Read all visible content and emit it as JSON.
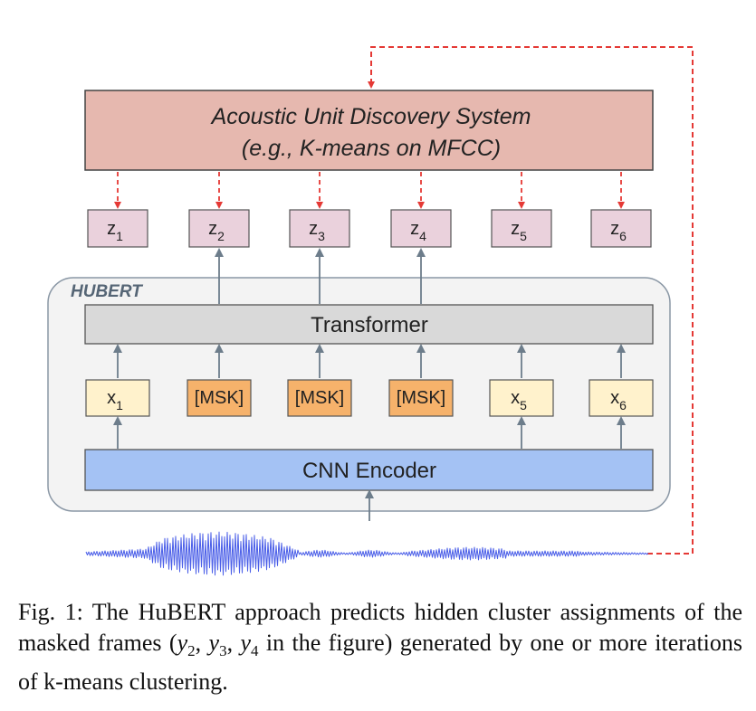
{
  "aud_system": {
    "line1": "Acoustic Unit Discovery System",
    "line2": "(e.g., K-means on MFCC)"
  },
  "z_tokens": [
    {
      "base": "z",
      "sub": "1"
    },
    {
      "base": "z",
      "sub": "2"
    },
    {
      "base": "z",
      "sub": "3"
    },
    {
      "base": "z",
      "sub": "4"
    },
    {
      "base": "z",
      "sub": "5"
    },
    {
      "base": "z",
      "sub": "6"
    }
  ],
  "hubert_label": "HUBERT",
  "transformer_label": "Transformer",
  "input_tokens": [
    {
      "base": "x",
      "sub": "1",
      "masked": false
    },
    {
      "base": "[MSK]",
      "sub": "",
      "masked": true
    },
    {
      "base": "[MSK]",
      "sub": "",
      "masked": true
    },
    {
      "base": "[MSK]",
      "sub": "",
      "masked": true
    },
    {
      "base": "x",
      "sub": "5",
      "masked": false
    },
    {
      "base": "x",
      "sub": "6",
      "masked": false
    }
  ],
  "cnn_label": "CNN Encoder",
  "caption": {
    "prefix": "Fig. 1: The HuBERT approach predicts hidden cluster assignments of the masked frames (",
    "math": [
      {
        "base": "y",
        "sub": "2"
      },
      {
        "base": "y",
        "sub": "3"
      },
      {
        "base": "y",
        "sub": "4"
      }
    ],
    "suffix": " in the figure) generated by one or more iterations of k-means clustering."
  },
  "colors": {
    "aud_fill": "#e6b8af",
    "z_fill": "#ead1dc",
    "transformer_fill": "#d9d9d9",
    "x_fill": "#fff2cc",
    "msk_fill": "#f6b26b",
    "cnn_fill": "#a4c2f4",
    "hubert_fill": "#f3f3f3",
    "dashed_red": "#e53935",
    "arrow_gray": "#6d7d8b",
    "waveform": "#4a5ee8"
  }
}
